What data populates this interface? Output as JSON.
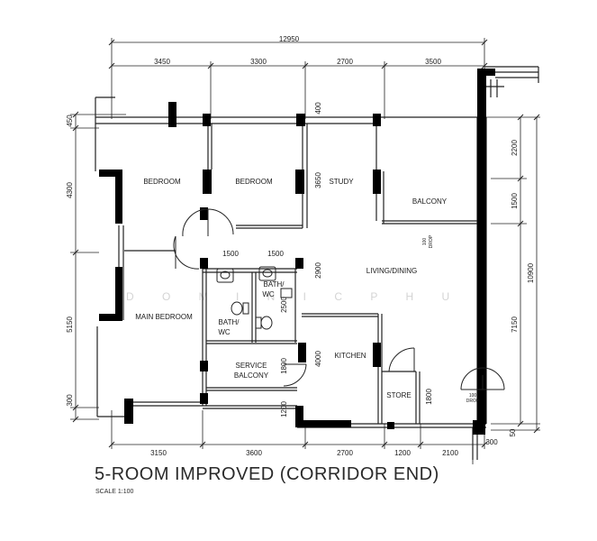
{
  "plan": {
    "title": "5-ROOM IMPROVED (CORRIDOR END)",
    "scale": "SCALE  1:100",
    "watermark": "D O M I N I C  P H U A"
  },
  "rooms": {
    "bedroom_1": "BEDROOM",
    "bedroom_2": "BEDROOM",
    "study": "STUDY",
    "balcony": "BALCONY",
    "living_dining": "LIVING/DINING",
    "main_bedroom": "MAIN BEDROOM",
    "bath_wc_1_line1": "BATH/",
    "bath_wc_1_line2": "WC",
    "bath_wc_2_line1": "BATH/",
    "bath_wc_2_line2": "WC",
    "kitchen": "KITCHEN",
    "service_balcony_line1": "SERVICE",
    "service_balcony_line2": "BALCONY",
    "store": "STORE"
  },
  "notes": {
    "drop_balcony_1": "100",
    "drop_balcony_2": "DROP",
    "drop_corner_1": "100",
    "drop_corner_2": "DROP"
  },
  "dimensions": {
    "overall_top": "12950",
    "top": [
      "3450",
      "3300",
      "2700",
      "3500"
    ],
    "bottom": [
      "3150",
      "3600",
      "2700",
      "1200",
      "2100"
    ],
    "bottom_extra": "300",
    "left": [
      "450",
      "4300",
      "5150",
      "300"
    ],
    "right_inner": [
      "2200",
      "1500",
      "7150"
    ],
    "right_outer": "10900",
    "right_small": "50",
    "interior": {
      "top_400": "400",
      "study_3650": "3650",
      "living_2900": "2900",
      "kitchen_4000": "4000",
      "bath_2500": "2500",
      "service_1800": "1800",
      "lower_1200": "1200",
      "store_1800": "1800",
      "bath_width_1": "1500",
      "bath_width_2": "1500"
    }
  }
}
